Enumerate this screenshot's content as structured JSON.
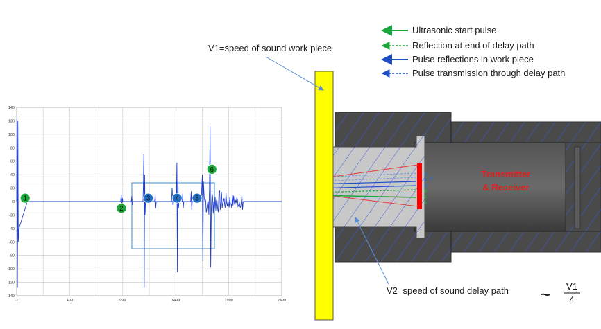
{
  "legend": [
    {
      "label": "Ultrasonic start pulse",
      "color": "#1aa83a",
      "style": "solid"
    },
    {
      "label": "Reflection at end of delay path",
      "color": "#1aa83a",
      "style": "dashed"
    },
    {
      "label": "Pulse reflections in work piece",
      "color": "#1f4fc7",
      "style": "solid"
    },
    {
      "label": "Pulse transmission through delay path",
      "color": "#1f4fc7",
      "style": "dashed"
    }
  ],
  "labels": {
    "v1": "V1=speed of sound work piece",
    "v2": "V2=speed of sound delay path",
    "tilde": "~",
    "frac_num": "V1",
    "frac_den": "4",
    "transmitter_l1": "Transmitter",
    "transmitter_l2": "& Receiver"
  },
  "markers": [
    {
      "n": "1",
      "color": "#1aa83a"
    },
    {
      "n": "2",
      "color": "#1aa83a"
    },
    {
      "n": "3",
      "color": "#1f6fc7"
    },
    {
      "n": "4",
      "color": "#1f6fc7"
    },
    {
      "n": "5",
      "color": "#1f6fc7"
    },
    {
      "n": "6",
      "color": "#1aa83a"
    }
  ],
  "chart_data": {
    "type": "line",
    "series_color": "#1f3fd0",
    "ylim": [
      -140,
      140
    ],
    "xlim": [
      -1,
      2499
    ],
    "yticks": [
      "140",
      "120",
      "100",
      "80",
      "60",
      "40",
      "20",
      "0",
      "-20",
      "-40",
      "-60",
      "-80",
      "-100",
      "-120",
      "-140"
    ],
    "xticks": [
      "-1",
      "499",
      "999",
      "1499",
      "1999",
      "2499"
    ],
    "grid": true
  },
  "element_labels": [
    "5",
    "4",
    "3",
    "6",
    "2",
    "1"
  ],
  "element_colors": [
    "#1f6fc7",
    "#1f6fc7",
    "#1f6fc7",
    "#1aa83a",
    "#1aa83a",
    "#1aa83a"
  ],
  "colors": {
    "workpiece": "#ffff00",
    "housing": "#4a4a4a",
    "delay": "#c8c8c8",
    "element": "#ff0000"
  }
}
